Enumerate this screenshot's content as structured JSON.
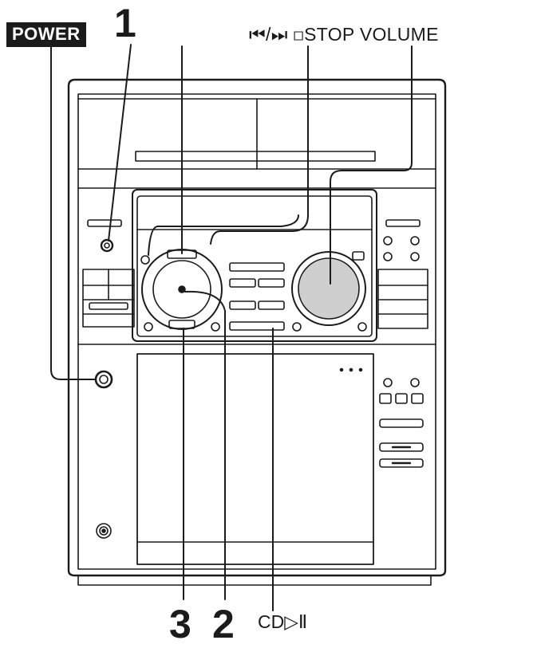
{
  "labels": {
    "power": "POWER",
    "step_1": "1",
    "top_controls": "⏮/⏭ ◻STOP VOLUME",
    "step_3": "3",
    "step_2": "2",
    "cd_play_pause": "CD▷Ⅱ"
  },
  "colors": {
    "line": "#1b1b1b",
    "knob_fill": "#cfcfcf",
    "label_bg": "#1b1b1b"
  }
}
